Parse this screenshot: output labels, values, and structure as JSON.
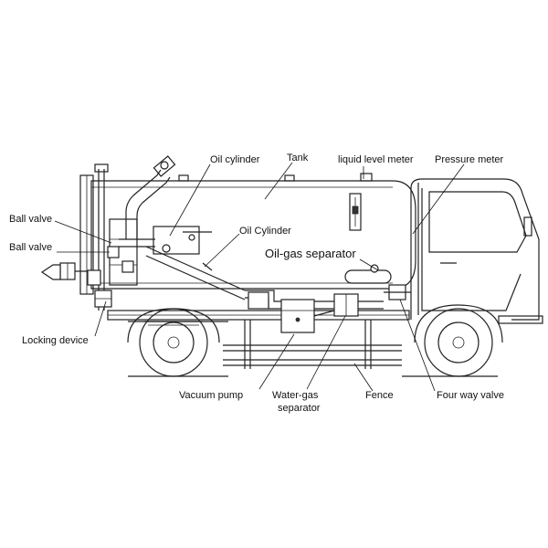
{
  "labels": {
    "oil_cylinder_top": "Oil cylinder",
    "tank": "Tank",
    "liquid_level_meter": "liquid level meter",
    "pressure_meter": "Pressure meter",
    "ball_valve_1": "Ball valve",
    "ball_valve_2": "Ball valve",
    "oil_cylinder_mid": "Oil Cylinder",
    "oil_gas_separator": "Oil-gas separator",
    "locking_device": "Locking device",
    "vacuum_pump": "Vacuum pump",
    "water_gas_separator_line1": "Water-gas",
    "water_gas_separator_line2": "separator",
    "fence": "Fence",
    "four_way_valve": "Four way valve"
  },
  "colors": {
    "line": "#222222",
    "background": "#ffffff"
  }
}
